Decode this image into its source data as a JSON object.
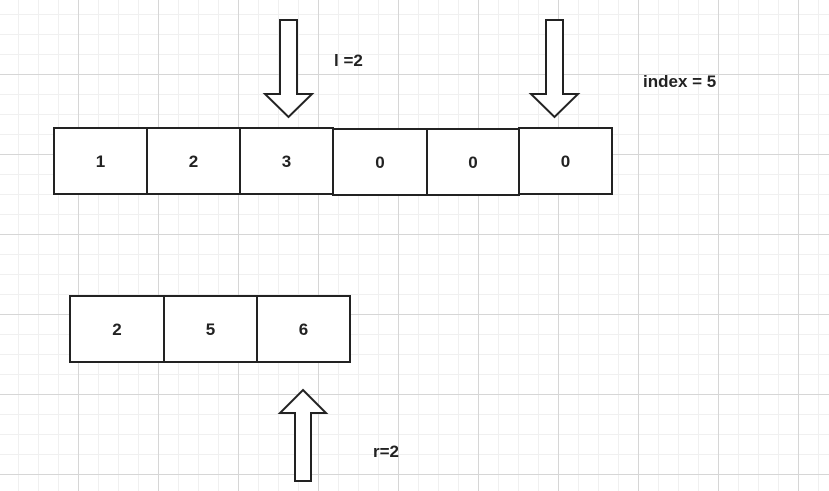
{
  "labels": {
    "l": "l =2",
    "index": "index = 5",
    "r": "r=2"
  },
  "array1": [
    "1",
    "2",
    "3",
    "0",
    "0",
    "0"
  ],
  "array2": [
    "2",
    "5",
    "6"
  ],
  "colors": {
    "stroke": "#222222",
    "text": "#222222",
    "background": "#ffffff"
  }
}
